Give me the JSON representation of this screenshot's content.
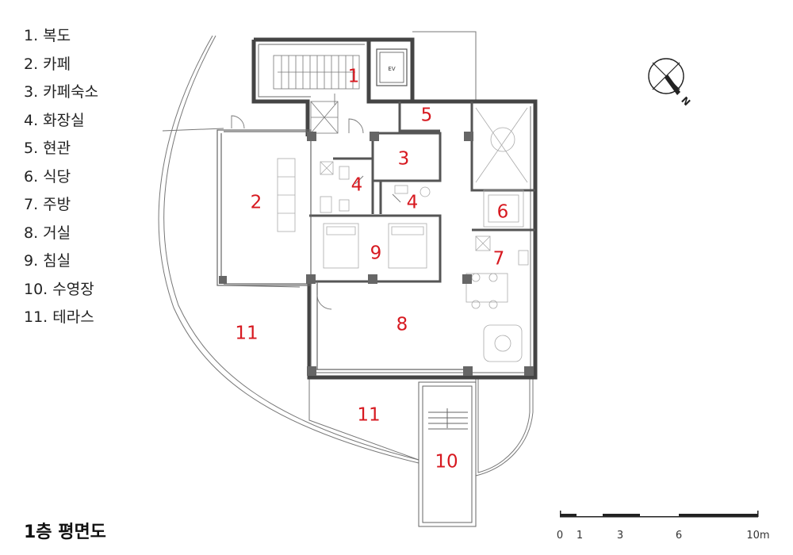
{
  "legend": [
    "1. 복도",
    "2. 카페",
    "3. 카페숙소",
    "4. 화장실",
    "5. 현관",
    "6. 식당",
    "7. 주방",
    "8. 거실",
    "9. 침실",
    "10. 수영장",
    "11. 테라스"
  ],
  "title": "1층 평면도",
  "rooms": {
    "r1": "1",
    "r2": "2",
    "r3": "3",
    "r4a": "4",
    "r4b": "4",
    "r5": "5",
    "r6": "6",
    "r7": "7",
    "r8": "8",
    "r9": "9",
    "r10": "10",
    "r11a": "11",
    "r11b": "11"
  },
  "elevator_label": "EV",
  "north_label": "N",
  "scale_bar": {
    "labels": [
      "0",
      "1",
      "3",
      "6",
      "10m"
    ]
  },
  "colors": {
    "room_label": "#d71920",
    "wall": "#444444"
  }
}
